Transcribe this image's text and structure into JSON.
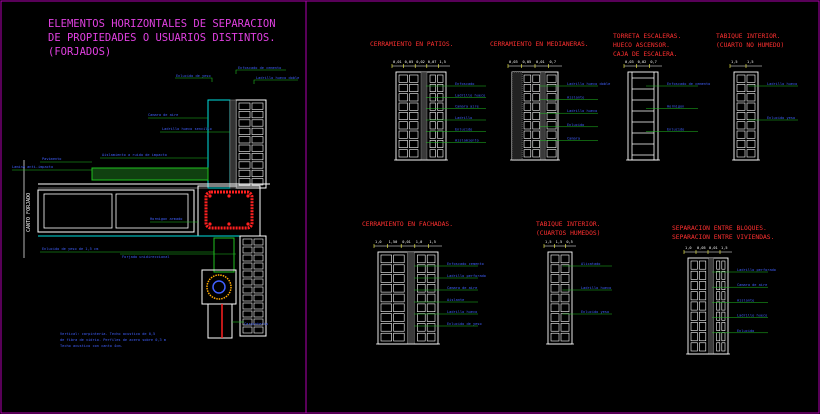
{
  "colors": {
    "background": "#000000",
    "frame": "#b000b0",
    "title_magenta": "#e040e0",
    "title_red": "#ff3030",
    "line_white": "#ffffff",
    "line_cyan": "#00e0e0",
    "line_green": "#20c020",
    "line_red": "#ff2020",
    "label_blue": "#4060ff",
    "label_green": "#40ff40",
    "dim_yellow": "#ffff40"
  },
  "left_panel": {
    "title_lines": [
      "ELEMENTOS HORIZONTALES DE SEPARACION",
      "DE PROPIEDADES O USUARIOS DISTINTOS.",
      "(FORJADOS)"
    ],
    "dimension_note": "CANTO FORJADO",
    "labels": {
      "top_right_1": "Enfoscado de cemento",
      "top_right_2": "Ladrillo hueco doble",
      "top_left_1": "Enlucido de yeso",
      "mid_1": "Camara de aire",
      "mid_2": "Ladrillo hueco sencillo",
      "floor_1": "Solado de gres",
      "floor_2": "Mortero de cemento",
      "floor_3": "Aislamiento a ruido de impacto",
      "left_1": "Pavimento",
      "left_2": "Lamina anti-impacto",
      "beam_1": "Hormigon armado",
      "bottom_1": "Enlucido de yeso de 1,5 cm",
      "bottom_2": "Forjado unidireccional",
      "foot_1": "Carpinteria",
      "note_line_1": "Vertical: carpinteria. Techo acustico de 0,5",
      "note_line_2": "de fibra de vidrio. Perfiles de acero sobre 0,3 m",
      "note_line_3": "Techo acustico con canto 4cm."
    }
  },
  "right_panel": {
    "sections": [
      {
        "title_lines": [
          "CERRAMIENTO EN PATIOS."
        ],
        "dims": [
          "0,01",
          "0,05",
          "0,02",
          "0,07",
          "1,5"
        ],
        "labels": [
          "Enfoscado",
          "Ladrillo hueco",
          "Camara aire",
          "Ladrillo",
          "Enlucido",
          "Aislamiento"
        ]
      },
      {
        "title_lines": [
          "CERRAMIENTO EN MEDIANERAS."
        ],
        "dims": [
          "0,03",
          "0,05",
          "0,01",
          "0,7"
        ],
        "labels": [
          "Ladrillo hueco doble",
          "Aislante",
          "Ladrillo hueco",
          "Enlucido",
          "Camara"
        ]
      },
      {
        "title_lines": [
          "TORRETA ESCALERAS.",
          "HUECO ASCENSOR.",
          "CAJA DE ESCALERA."
        ],
        "dims": [
          "0,03",
          "0,02",
          "0,7"
        ],
        "labels": [
          "Enfoscado de cemento",
          "Hormigon",
          "Enlucido"
        ]
      },
      {
        "title_lines": [
          "TABIQUE INTERIOR.",
          "(CUARTO NO HUMEDO)"
        ],
        "dims": [
          "1,5",
          "1,5"
        ],
        "labels": [
          "Ladrillo hueco",
          "Enlucido yeso"
        ]
      },
      {
        "title_lines": [
          "CERRAMIENTO EN FACHADAS."
        ],
        "dims": [
          "1,0",
          "1,50",
          "0,01",
          "1,0",
          "1,5"
        ],
        "labels": [
          "Enfoscado cemento",
          "Ladrillo perforado",
          "Camara de aire",
          "Aislante",
          "Ladrillo hueco",
          "Enlucido de yeso"
        ]
      },
      {
        "title_lines": [
          "TABIQUE INTERIOR.",
          "(CUARTOS HUMEDOS)"
        ],
        "dims": [
          "1,5",
          "1,5",
          "0,5"
        ],
        "labels": [
          "Alicatado",
          "Ladrillo hueco",
          "Enlucido yeso"
        ]
      },
      {
        "title_lines": [
          "SEPARACION ENTRE BLOQUES.",
          "SEPARACION ENTRE VIVIENDAS."
        ],
        "dims": [
          "1,0",
          "0,05",
          "0,01",
          "1,5"
        ],
        "labels": [
          "Ladrillo perforado",
          "Camara de aire",
          "Aislante",
          "Ladrillo hueco",
          "Enlucido"
        ]
      }
    ]
  }
}
